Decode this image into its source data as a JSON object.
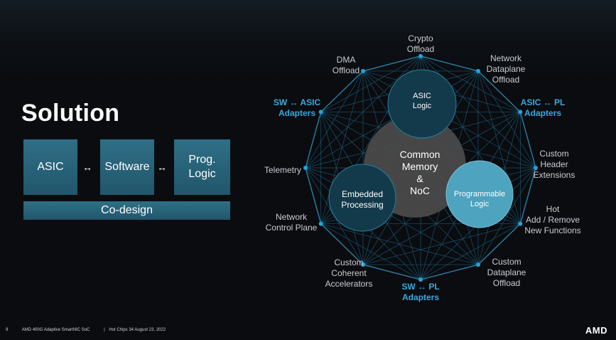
{
  "slide": {
    "title": "Solution",
    "boxes": [
      "ASIC",
      "Software",
      "Prog.\nLogic"
    ],
    "arrow": "↔",
    "codesign": "Co-design"
  },
  "diagram": {
    "center": "Common\nMemory\n&\nNoC",
    "asic_logic": "ASIC\nLogic",
    "embedded": "Embedded\nProcessing",
    "programmable": "Programmable\nLogic",
    "labels": {
      "crypto": "Crypto\nOffload",
      "dma": "DMA\nOffload",
      "network_dataplane": "Network\nDataplane\nOffload",
      "sw_asic": "SW ↔ ASIC\nAdapters",
      "asic_pl": "ASIC ↔ PL\nAdapters",
      "custom_header": "Custom\nHeader\nExtensions",
      "telemetry": "Telemetry",
      "hot_add": "Hot\nAdd / Remove\nNew Functions",
      "network_control": "Network\nControl Plane",
      "custom_coherent": "Custom\nCoherent\nAccelerators",
      "custom_dataplane": "Custom\nDataplane\nOffload",
      "sw_pl": "SW ↔ PL\nAdapters"
    },
    "colors": {
      "accent": "#3aa8e0",
      "node": "#2a9fd8",
      "circle_dark": "#133a4a",
      "circle_light": "#4ea3bf",
      "center": "#4a4a4a"
    }
  },
  "footer": {
    "page": "9",
    "text1": "AMD 400G Adaptive SmartNIC SoC",
    "sep": "|",
    "text2": "Hot Chips 34 August 23, 2022",
    "logo": "AMD"
  }
}
